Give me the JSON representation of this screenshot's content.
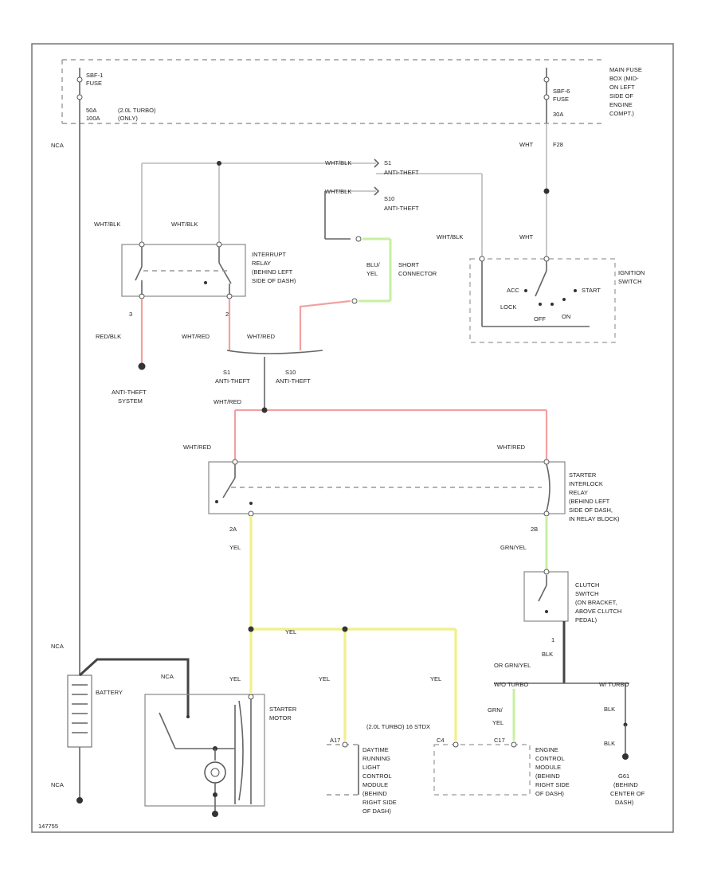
{
  "labels": {
    "nca_top": "NCA",
    "nca_mid": "NCA",
    "nca_bottom": "NCA",
    "nca_starter": "NCA",
    "sbf1": "SBF-1",
    "fuse_left": "FUSE",
    "amp_50a": "50A",
    "amp_100a": "100A",
    "turbo_only_1": "(2.0L TURBO)",
    "turbo_only_2": "(ONLY)",
    "sbf6": "SBF-6",
    "fuse_right": "FUSE",
    "amp_30a": "30A",
    "main_fuse_1": "MAIN FUSE",
    "main_fuse_2": "BOX (MID-",
    "main_fuse_3": "ON LEFT",
    "main_fuse_4": "SIDE OF",
    "main_fuse_5": "ENGINE",
    "main_fuse_6": "COMPT.)",
    "wht_top": "WHT",
    "f28": "F28",
    "wht_ign": "WHT",
    "wht_blk_top": "WHT/BLK",
    "s1_top": "S1",
    "antitheft_s1_top": "ANTI-THEFT",
    "wht_blk_mid": "WHT/BLK",
    "s10_top": "S10",
    "antitheft_s10_top": "ANTI-THEFT",
    "wht_blk_left": "WHT/BLK",
    "wht_blk_relay": "WHT/BLK",
    "interrupt_1": "INTERRUPT",
    "interrupt_2": "RELAY",
    "interrupt_3": "(BEHIND LEFT",
    "interrupt_4": "SIDE OF DASH)",
    "wht_blk_ign": "WHT/BLK",
    "blu_yel_1": "BLU/",
    "blu_yel_2": "YEL",
    "short_1": "SHORT",
    "short_2": "CONNECTOR",
    "ignition_1": "IGNITION",
    "ignition_2": "SWITCH",
    "acc": "ACC",
    "lock": "LOCK",
    "start": "START",
    "off": "OFF",
    "on": "ON",
    "pin3": "3",
    "pin2": "2",
    "red_blk": "RED/BLK",
    "wht_red_1": "WHT/RED",
    "wht_red_2": "WHT/RED",
    "antitheft_sys_1": "ANTI-THEFT",
    "antitheft_sys_2": "SYSTEM",
    "s1_bot": "S1",
    "antitheft_s1_bot": "ANTI-THEFT",
    "s10_bot": "S10",
    "antitheft_s10_bot": "ANTI-THEFT",
    "wht_red_3": "WHT/RED",
    "wht_red_4": "WHT/RED",
    "wht_red_5": "WHT/RED",
    "interlock_1": "STARTER",
    "interlock_2": "INTERLOCK",
    "interlock_3": "RELAY",
    "interlock_4": "(BEHIND LEFT",
    "interlock_5": "SIDE OF DASH,",
    "interlock_6": "IN RELAY BLOCK)",
    "pin_2a": "2A",
    "yel_1": "YEL",
    "pin_2b": "2B",
    "grn_yel_1": "GRN/YEL",
    "clutch_1": "CLUTCH",
    "clutch_2": "SWITCH",
    "clutch_3": "(ON BRACKET,",
    "clutch_4": "ABOVE CLUTCH",
    "clutch_5": "PEDAL)",
    "yel_2": "YEL",
    "pin_1": "1",
    "blk_1": "BLK",
    "dk_grn_yel": "OR GRN/YEL",
    "battery": "BATTERY",
    "yel_3": "YEL",
    "yel_4": "YEL",
    "yel_5": "YEL",
    "w_turbo": "W/O TURBO",
    "turbo_mark": "W/ TURBO",
    "starter_1": "STARTER",
    "starter_2": "MOTOR",
    "grn_yel_2": "GRN/",
    "yel_6": "YEL",
    "blk_2": "BLK",
    "blk_3": "BLK",
    "turbo_ecm": "(2.0L TURBO) 16 STDX",
    "pin_a17": "A17",
    "pin_c4": "C4",
    "pin_c17": "C17",
    "drl_1": "DAYTIME",
    "drl_2": "RUNNING",
    "drl_3": "LIGHT",
    "drl_4": "CONTROL",
    "drl_5": "MODULE",
    "drl_6": "(BEHIND",
    "drl_7": "RIGHT SIDE",
    "drl_8": "OF DASH)",
    "ecm_1": "ENGINE",
    "ecm_2": "CONTROL",
    "ecm_3": "MODULE",
    "ecm_4": "(BEHIND",
    "ecm_5": "RIGHT SIDE",
    "ecm_6": "OF DASH)",
    "g61_1": "G61",
    "g61_2": "(BEHIND",
    "g61_3": "CENTER OF",
    "g61_4": "DASH)",
    "footer": "147755"
  }
}
